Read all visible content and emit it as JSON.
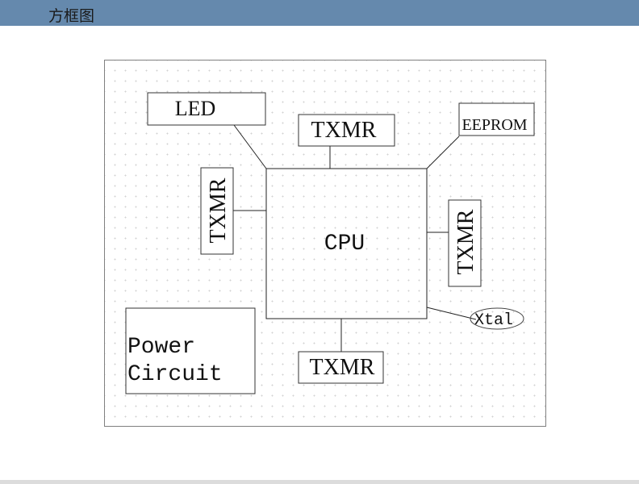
{
  "header": {
    "title": "方框图"
  },
  "diagram": {
    "title": "Block diagram",
    "blocks": {
      "cpu": "CPU",
      "led": "LED",
      "txmr_top": "TXMR",
      "eeprom": "EEPROM",
      "txmr_left": "TXMR",
      "txmr_right": "TXMR",
      "xtal": "Xtal",
      "txmr_bottom": "TXMR",
      "power_line1": "Power",
      "power_line2": "Circuit"
    },
    "connections": [
      {
        "from": "LED",
        "to": "CPU"
      },
      {
        "from": "TXMR (top)",
        "to": "CPU"
      },
      {
        "from": "EEPROM",
        "to": "CPU"
      },
      {
        "from": "TXMR (left)",
        "to": "CPU"
      },
      {
        "from": "TXMR (right)",
        "to": "CPU"
      },
      {
        "from": "Xtal",
        "to": "CPU"
      },
      {
        "from": "TXMR (bottom)",
        "to": "CPU"
      }
    ]
  }
}
